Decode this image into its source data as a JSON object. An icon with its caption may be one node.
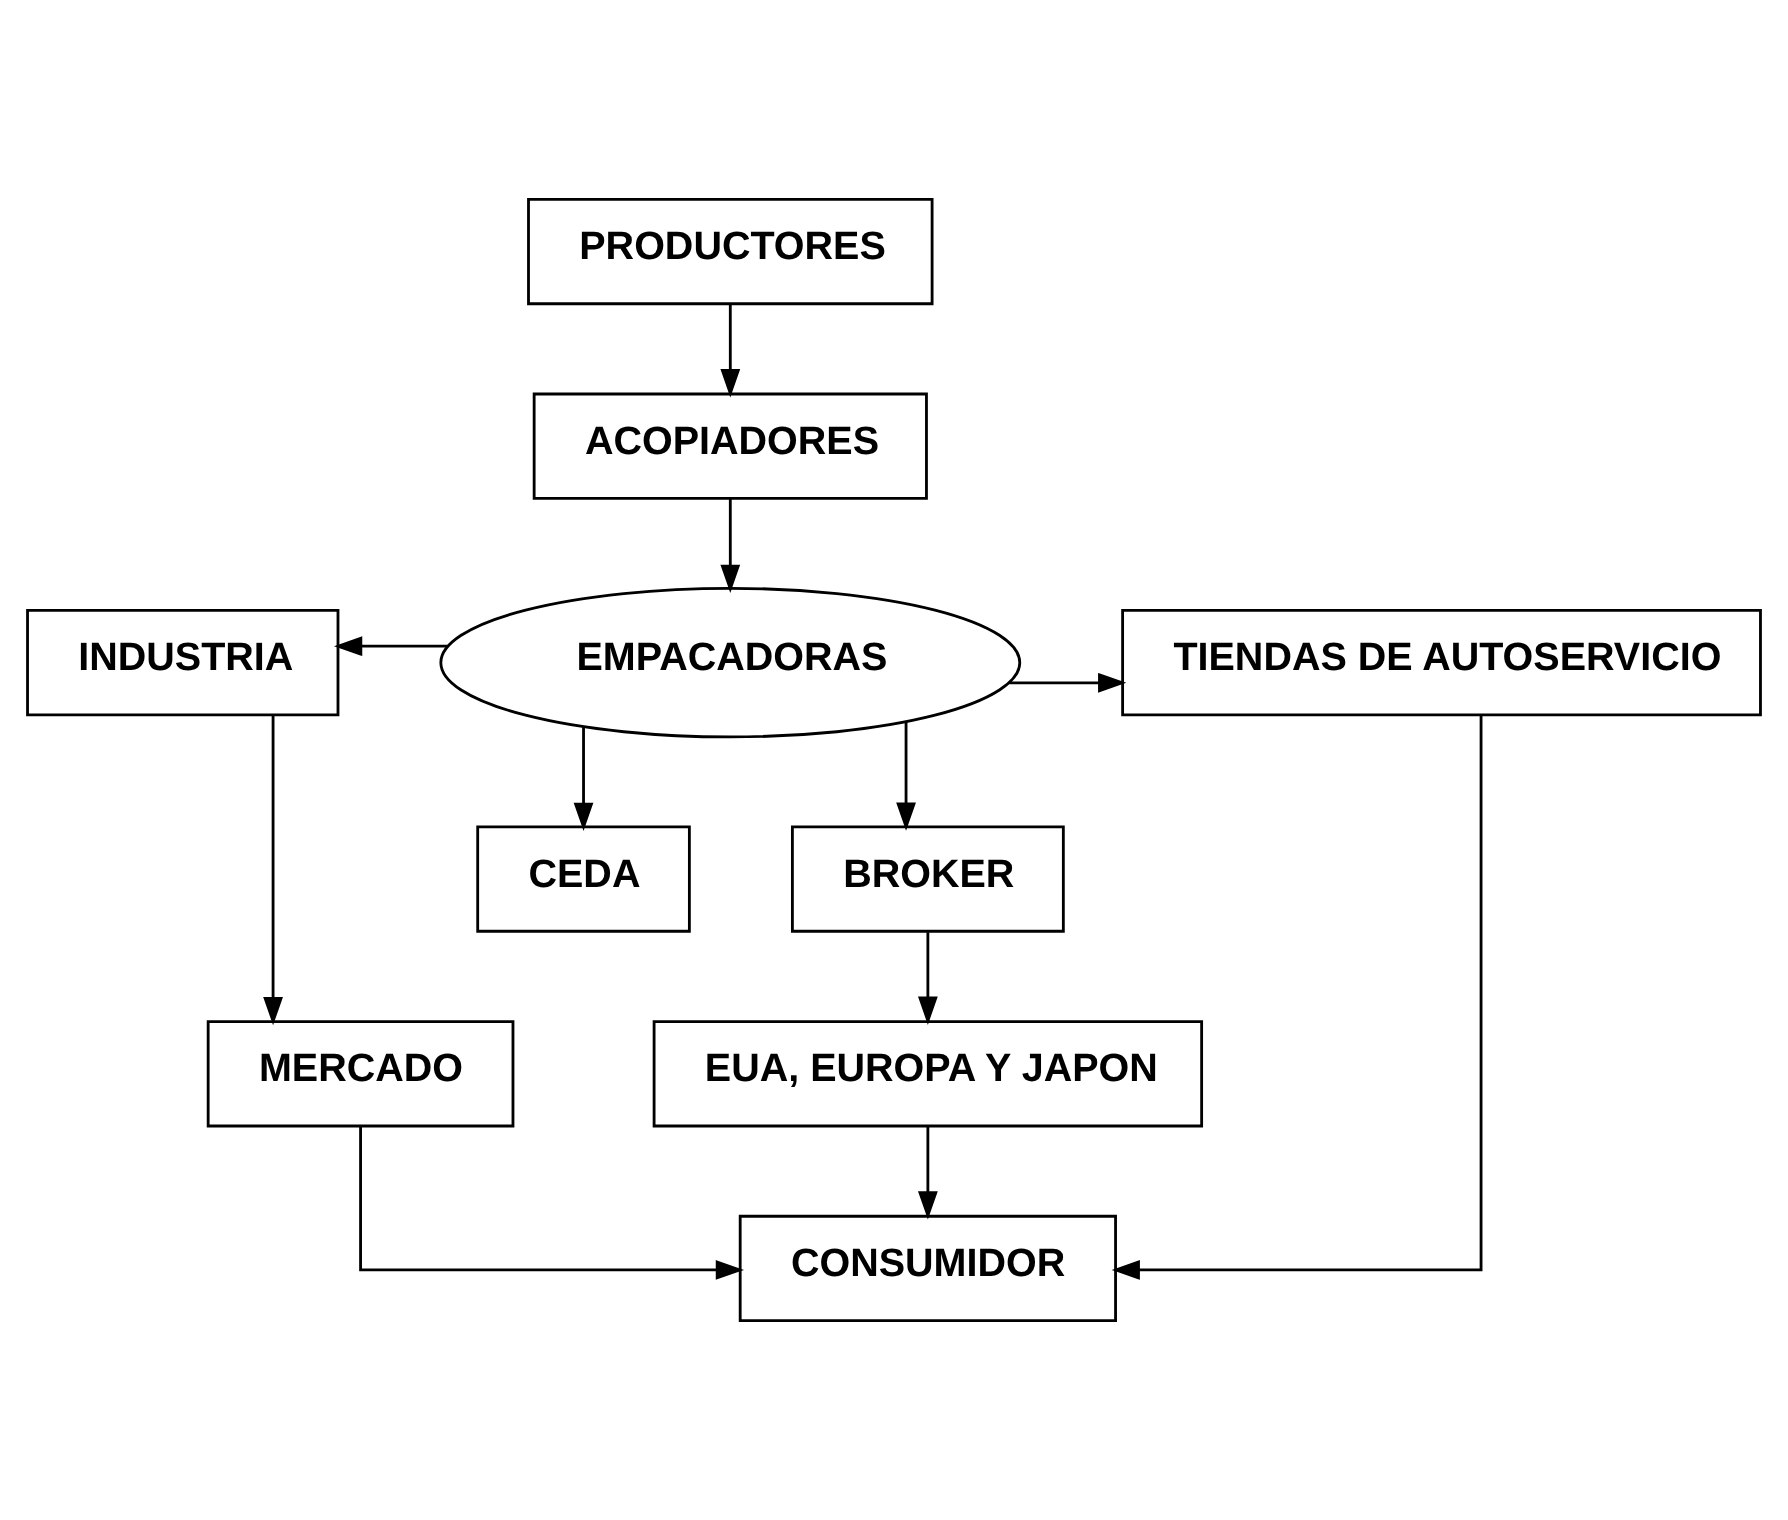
{
  "diagram": {
    "nodes": [
      {
        "text": [
          "PRODUCTORES"
        ]
      },
      {
        "text": [
          "ACOPIADORES"
        ]
      },
      {
        "text": [
          "EMPACADORAS"
        ]
      },
      {
        "text": [
          "INDUSTRIA"
        ]
      },
      {
        "text": [
          "TIENDAS DE AUTOSERVICIO"
        ]
      },
      {
        "text": [
          "MERCADO"
        ]
      },
      {
        "text": [
          "CEDA"
        ]
      },
      {
        "text": [
          "BROKER"
        ]
      },
      {
        "text": [
          "EUA, EUROPA Y JAPON"
        ]
      },
      {
        "text": [
          "CONSUMIDOR"
        ]
      }
    ],
    "edges": [
      {
        "from": 0,
        "to": 1,
        "arrow": "to"
      },
      {
        "from": 1,
        "to": 2,
        "arrow": "to"
      },
      {
        "from": 2,
        "to": 3,
        "arrow": "to"
      },
      {
        "from": 2,
        "to": 4,
        "arrow": "to"
      },
      {
        "from": 3,
        "to": 5,
        "arrow": "to"
      },
      {
        "from": 2,
        "to": 6,
        "arrow": "to"
      },
      {
        "from": 2,
        "to": 7,
        "arrow": "to"
      },
      {
        "from": 7,
        "to": 8,
        "arrow": "to"
      },
      {
        "from": 8,
        "to": 9,
        "arrow": "to"
      },
      {
        "from": 5,
        "to": 9,
        "arrow": "to"
      },
      {
        "from": 4,
        "to": 9,
        "arrow": "to"
      }
    ]
  }
}
